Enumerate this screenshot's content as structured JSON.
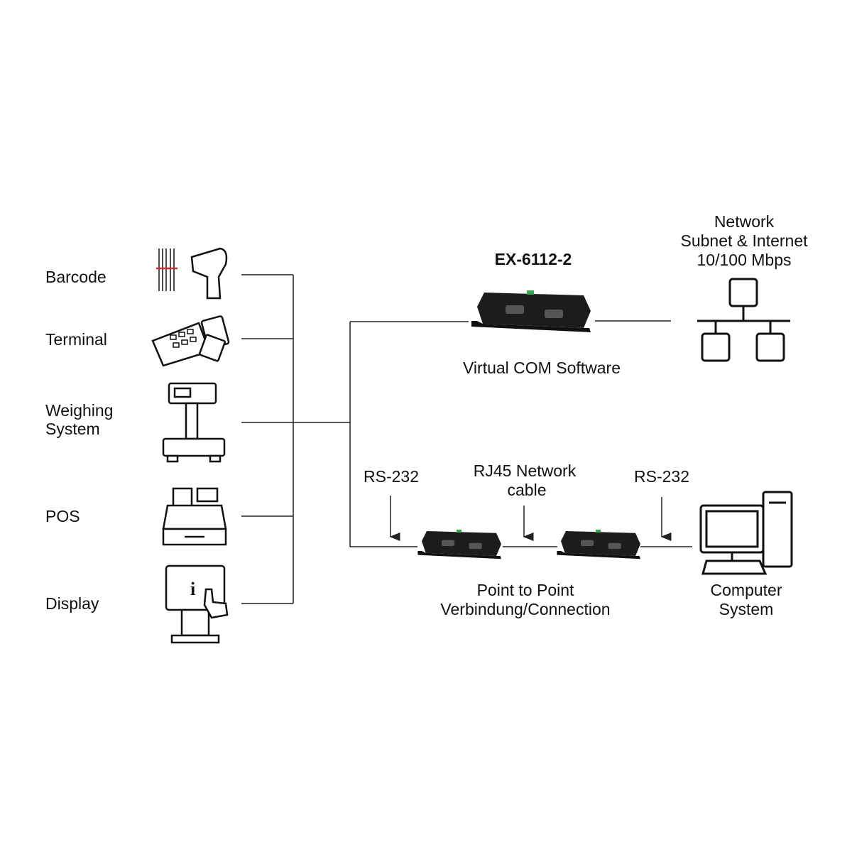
{
  "devices": [
    {
      "label": "Barcode",
      "icon": "barcode-scanner-icon"
    },
    {
      "label": "Terminal",
      "icon": "payment-terminal-icon"
    },
    {
      "label": "Weighing\nSystem",
      "line1": "Weighing",
      "line2": "System",
      "icon": "weighing-scale-icon"
    },
    {
      "label": "POS",
      "icon": "cash-register-icon"
    },
    {
      "label": "Display",
      "icon": "info-kiosk-icon"
    }
  ],
  "main_device": {
    "model": "EX-6112-2",
    "caption": "Virtual COM Software"
  },
  "network": {
    "line1": "Network",
    "line2": "Subnet & Internet",
    "line3": "10/100 Mbps",
    "icon": "network-topology-icon"
  },
  "point_to_point": {
    "left_label": "RS-232",
    "middle_line1": "RJ45 Network",
    "middle_line2": "cable",
    "right_label": "RS-232",
    "caption_line1": "Point to Point",
    "caption_line2": "Verbindung/Connection"
  },
  "computer": {
    "line1": "Computer",
    "line2": "System",
    "icon": "desktop-computer-icon"
  },
  "colors": {
    "line": "#222222",
    "device_body": "#1c1c1c",
    "terminal_block": "#3aa655"
  }
}
